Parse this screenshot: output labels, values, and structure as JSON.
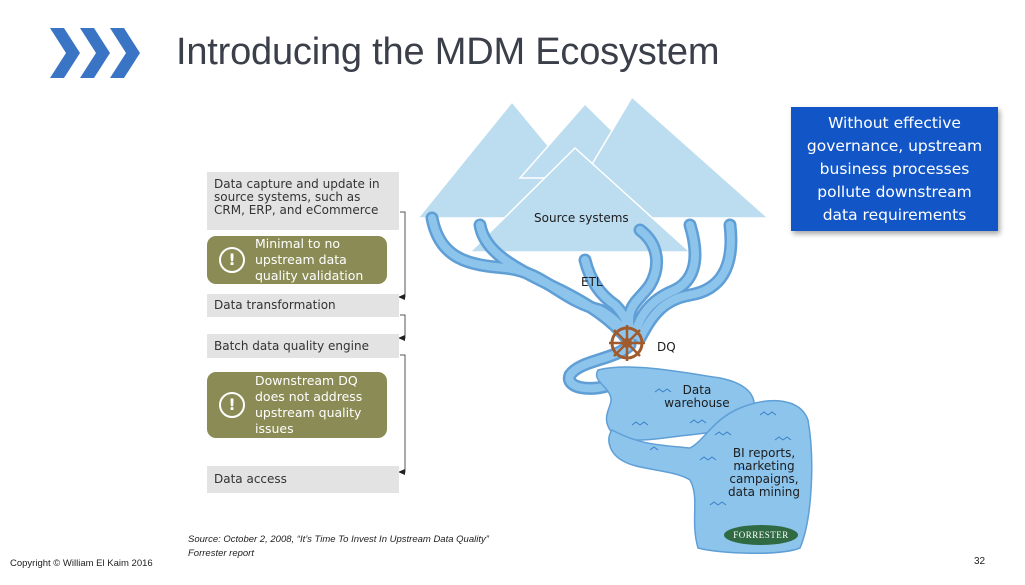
{
  "slide": {
    "title": "Introducing the MDM Ecosystem",
    "callout": "Without effective governance, upstream business processes pollute downstream data requirements",
    "source_line1": "Source: October 2, 2008, “It’s Time To Invest In Upstream Data Quality”",
    "source_line2": "Forrester report",
    "copyright": "Copyright © William El Kaim 2016",
    "page_number": "32"
  },
  "flow": {
    "step1": "Data capture and update in source systems, such as CRM, ERP, and eCommerce",
    "warning1": "Minimal to no upstream data quality validation",
    "step2": "Data transformation",
    "step3": "Batch data quality engine",
    "warning2": "Downstream DQ does not address upstream quality issues",
    "step4": "Data access",
    "warning_glyph": "!"
  },
  "river": {
    "source_systems": "Source systems",
    "etl": "ETL",
    "dq": "DQ",
    "data_warehouse": "Data warehouse",
    "bi_reports": "BI reports, marketing campaigns, data mining",
    "forrester_logo": "FORRESTER"
  },
  "colors": {
    "accent_blue": "#1155c7",
    "chevron_blue": "#3a74c4",
    "warning_olive": "#8b8c55",
    "water_blue": "#8cc4ec",
    "mountain_blue": "#bcdcf0"
  }
}
